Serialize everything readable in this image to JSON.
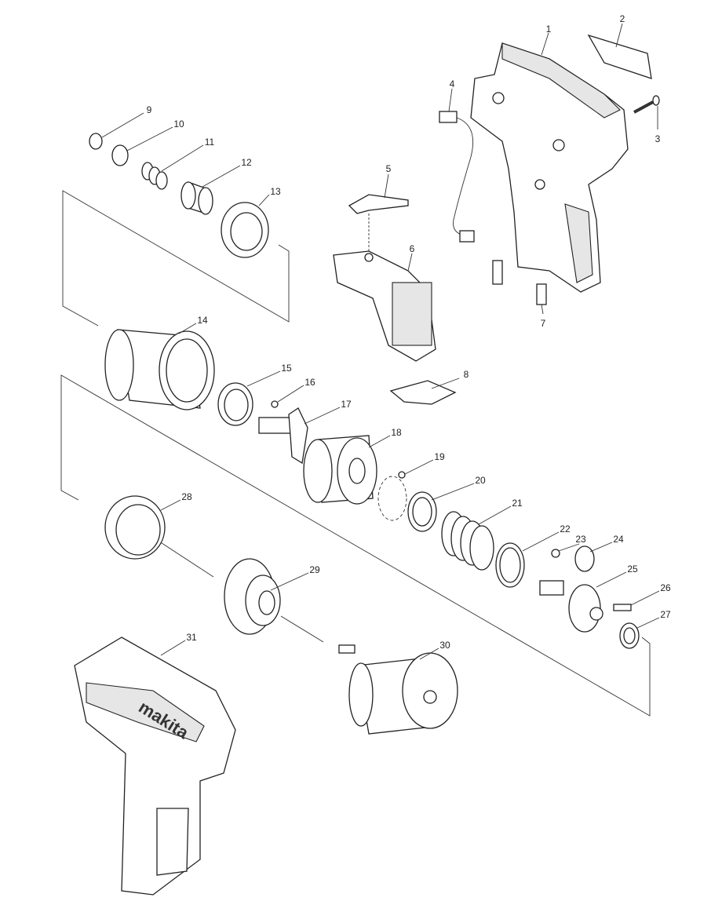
{
  "diagram": {
    "title": "Exploded parts diagram",
    "part_labels": [
      "1",
      "2",
      "3",
      "4",
      "5",
      "6",
      "7",
      "8",
      "9",
      "10",
      "11",
      "12",
      "13",
      "14",
      "15",
      "16",
      "17",
      "18",
      "19",
      "20",
      "21",
      "22",
      "23",
      "24",
      "25",
      "26",
      "27",
      "28",
      "29",
      "30",
      "31"
    ],
    "brand_logo": "makita"
  }
}
